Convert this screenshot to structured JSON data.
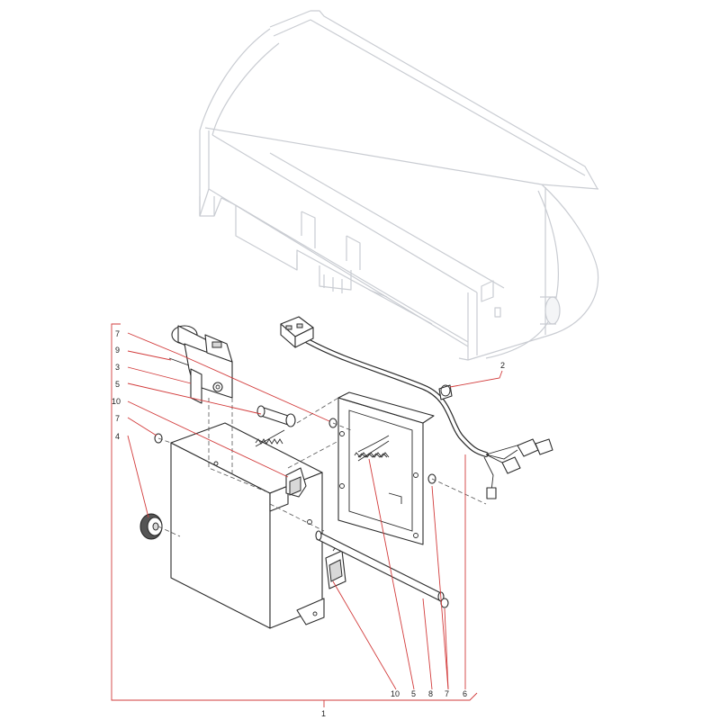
{
  "callouts": {
    "c7a": "7",
    "c9": "9",
    "c3": "3",
    "c5a": "5",
    "c10a": "10",
    "c7b": "7",
    "c4": "4",
    "c2": "2",
    "c10b": "10",
    "c5b": "5",
    "c8": "8",
    "c7c": "7",
    "c6": "6",
    "c1": "1"
  },
  "colors": {
    "leader": "#d23b3b",
    "ghost": "#c9ccd2",
    "line": "#2b2b2b"
  }
}
